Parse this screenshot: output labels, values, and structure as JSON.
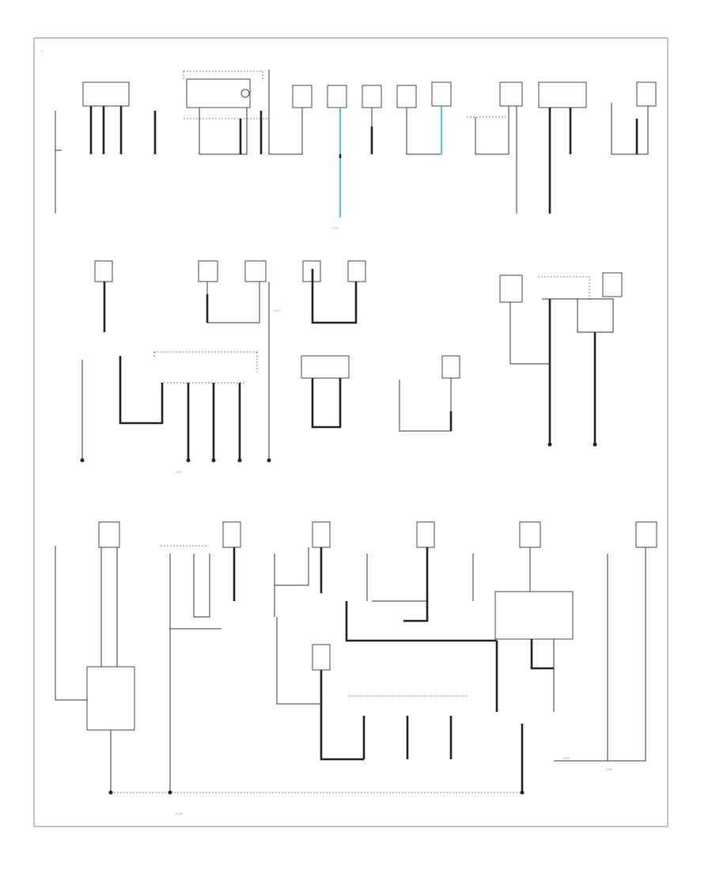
{
  "diagram": {
    "type": "ground distribution wiring schematic",
    "labels": {
      "g1": "G101",
      "g2": "G102",
      "g3": "G103",
      "g4": "G104",
      "g5": "G105",
      "g6": "G106"
    },
    "highlight_color": "#46c9c9",
    "wire_color": "#222222"
  }
}
